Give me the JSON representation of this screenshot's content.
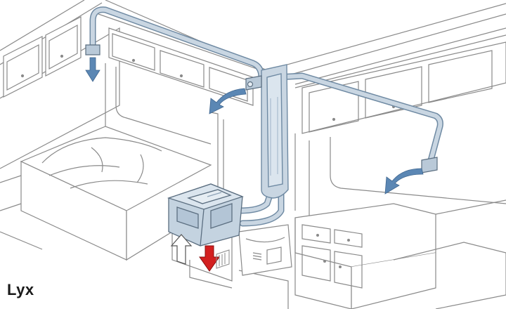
{
  "caption": "Lyx",
  "colors": {
    "line": "#7a7a7a",
    "furniture_fill": "#ffffff",
    "duct_fill": "#c9d6e2",
    "duct_edge": "#6f8aa3",
    "heater_fill": "#c4d3e0",
    "air_flow_arrow": "#5b87b4",
    "hot_air_arrow": "#d32020",
    "intake_arrow": "#ffffff"
  },
  "icons": [
    "hot-air-outlet-arrow",
    "cold-air-intake-arrow",
    "exhaust-arrow",
    "air-heater",
    "duct"
  ]
}
